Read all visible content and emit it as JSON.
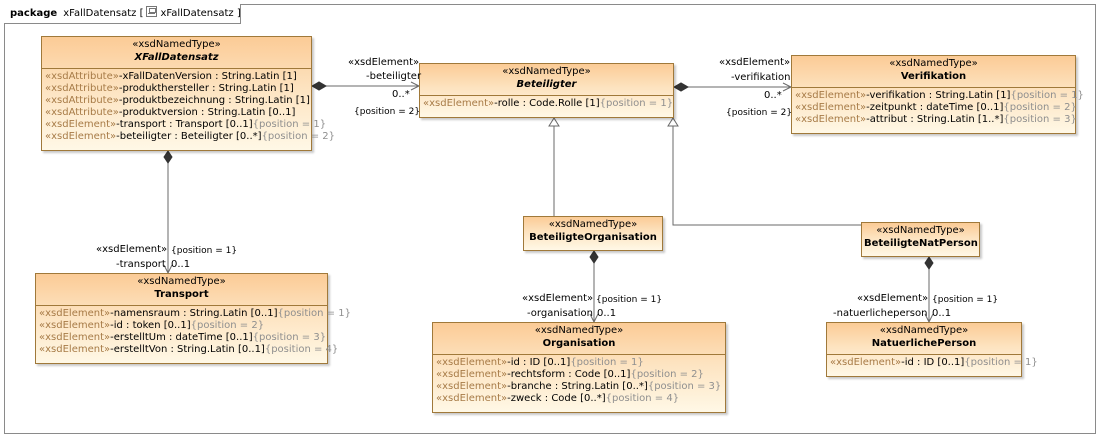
{
  "frame": {
    "keyword": "package",
    "name": "xFallDatensatz",
    "bracket_open": "[",
    "diagram_name": "xFallDatensatz",
    "bracket_close": "]"
  },
  "classes": {
    "xfalldatensatz": {
      "stereotype": "«xsdNamedType»",
      "name": "XFallDatensatz",
      "attributes": [
        {
          "stereo": "«xsdAttribute»",
          "text": "-xFallDatenVersion : String.Latin [1]",
          "tag": ""
        },
        {
          "stereo": "«xsdAttribute»",
          "text": "-produkthersteller : String.Latin [1]",
          "tag": ""
        },
        {
          "stereo": "«xsdAttribute»",
          "text": "-produktbezeichnung : String.Latin [1]",
          "tag": ""
        },
        {
          "stereo": "«xsdAttribute»",
          "text": "-produktversion : String.Latin [0..1]",
          "tag": ""
        },
        {
          "stereo": "«xsdElement»",
          "text": "-transport : Transport [0..1]",
          "tag": "{position = 1}"
        },
        {
          "stereo": "«xsdElement»",
          "text": "-beteiligter : Beteiligter [0..*]",
          "tag": "{position = 2}"
        }
      ]
    },
    "beteiligter": {
      "stereotype": "«xsdNamedType»",
      "name": "Beteiligter",
      "attributes": [
        {
          "stereo": "«xsdElement»",
          "text": "-rolle : Code.Rolle [1]",
          "tag": "{position = 1}"
        }
      ]
    },
    "verifikation": {
      "stereotype": "«xsdNamedType»",
      "name": "Verifikation",
      "attributes": [
        {
          "stereo": "«xsdElement»",
          "text": "-verifikation : String.Latin [1]",
          "tag": "{position = 1}"
        },
        {
          "stereo": "«xsdElement»",
          "text": "-zeitpunkt : dateTime [0..1]",
          "tag": "{position = 2}"
        },
        {
          "stereo": "«xsdElement»",
          "text": "-attribut : String.Latin [1..*]",
          "tag": "{position = 3}"
        }
      ]
    },
    "transport": {
      "stereotype": "«xsdNamedType»",
      "name": "Transport",
      "attributes": [
        {
          "stereo": "«xsdElement»",
          "text": "-namensraum : String.Latin [0..1]",
          "tag": "{position = 1}"
        },
        {
          "stereo": "«xsdElement»",
          "text": "-id : token [0..1]",
          "tag": "{position = 2}"
        },
        {
          "stereo": "«xsdElement»",
          "text": "-erstelltUm : dateTime [0..1]",
          "tag": "{position = 3}"
        },
        {
          "stereo": "«xsdElement»",
          "text": "-erstelltVon : String.Latin [0..1]",
          "tag": "{position = 4}"
        }
      ]
    },
    "beteiligteorganisation": {
      "stereotype": "«xsdNamedType»",
      "name": "BeteiligteOrganisation",
      "attributes": []
    },
    "beteiligtenatperson": {
      "stereotype": "«xsdNamedType»",
      "name": "BeteiligteNatPerson",
      "attributes": []
    },
    "organisation": {
      "stereotype": "«xsdNamedType»",
      "name": "Organisation",
      "attributes": [
        {
          "stereo": "«xsdElement»",
          "text": "-id : ID [0..1]",
          "tag": "{position = 1}"
        },
        {
          "stereo": "«xsdElement»",
          "text": "-rechtsform : Code [0..1]",
          "tag": "{position = 2}"
        },
        {
          "stereo": "«xsdElement»",
          "text": "-branche : String.Latin [0..*]",
          "tag": "{position = 3}"
        },
        {
          "stereo": "«xsdElement»",
          "text": "-zweck : Code [0..*]",
          "tag": "{position = 4}"
        }
      ]
    },
    "natuerlicheperson": {
      "stereotype": "«xsdNamedType»",
      "name": "NatuerlichePerson",
      "attributes": [
        {
          "stereo": "«xsdElement»",
          "text": "-id : ID [0..1]",
          "tag": "{position = 1}"
        }
      ]
    }
  },
  "associations": {
    "beteiligter": {
      "stereotype": "«xsdElement»",
      "role": "-beteiligter",
      "multiplicity": "0..*",
      "tag": "{position = 2}"
    },
    "verifikation": {
      "stereotype": "«xsdElement»",
      "role": "-verifikation",
      "multiplicity": "0..*",
      "tag": "{position = 2}"
    },
    "transport": {
      "stereotype": "«xsdElement»",
      "role": "-transport",
      "multiplicity": "0..1",
      "tag": "{position = 1}"
    },
    "organisation": {
      "stereotype": "«xsdElement»",
      "role": "-organisation",
      "multiplicity": "0..1",
      "tag": "{position = 1}"
    },
    "natuerlicheperson": {
      "stereotype": "«xsdElement»",
      "role": "-natuerlicheperson",
      "multiplicity": "0..1",
      "tag": "{position = 1}"
    }
  }
}
